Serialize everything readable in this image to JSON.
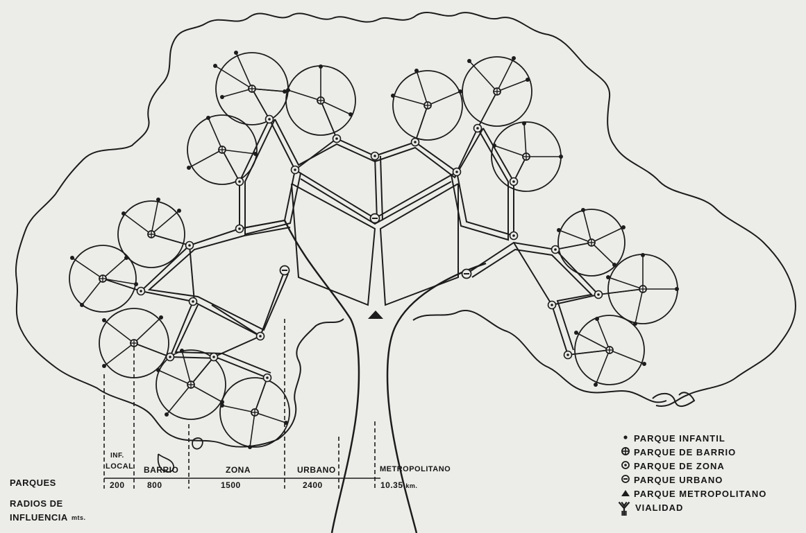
{
  "title": {
    "line1": "PARQUES",
    "line2": "RADIOS DE",
    "line3": "INFLUENCIA",
    "unit": "mts."
  },
  "scale": {
    "categories": [
      {
        "name_line1": "INF.",
        "name_line2": "LOCAL",
        "radius": "200"
      },
      {
        "name": "BARRIO",
        "radius": "800"
      },
      {
        "name": "ZONA",
        "radius": "1500"
      },
      {
        "name": "URBANO",
        "radius": "2400"
      },
      {
        "name": "METROPOLITANO",
        "radius": "10.35",
        "radius_unit": "km."
      }
    ]
  },
  "legend": [
    {
      "label": "PARQUE INFANTIL",
      "icon": "small-dot-icon"
    },
    {
      "label": "PARQUE DE BARRIO",
      "icon": "crossed-circle-icon"
    },
    {
      "label": "PARQUE DE ZONA",
      "icon": "double-circle-icon"
    },
    {
      "label": "PARQUE URBANO",
      "icon": "barred-circle-icon"
    },
    {
      "label": "PARQUE METROPOLITANO",
      "icon": "triangle-icon"
    },
    {
      "label": "VIALIDAD",
      "icon": "branching-road-icon"
    }
  ],
  "colors": {
    "ink": "#1c1c1c",
    "paper": "#ecece8"
  }
}
